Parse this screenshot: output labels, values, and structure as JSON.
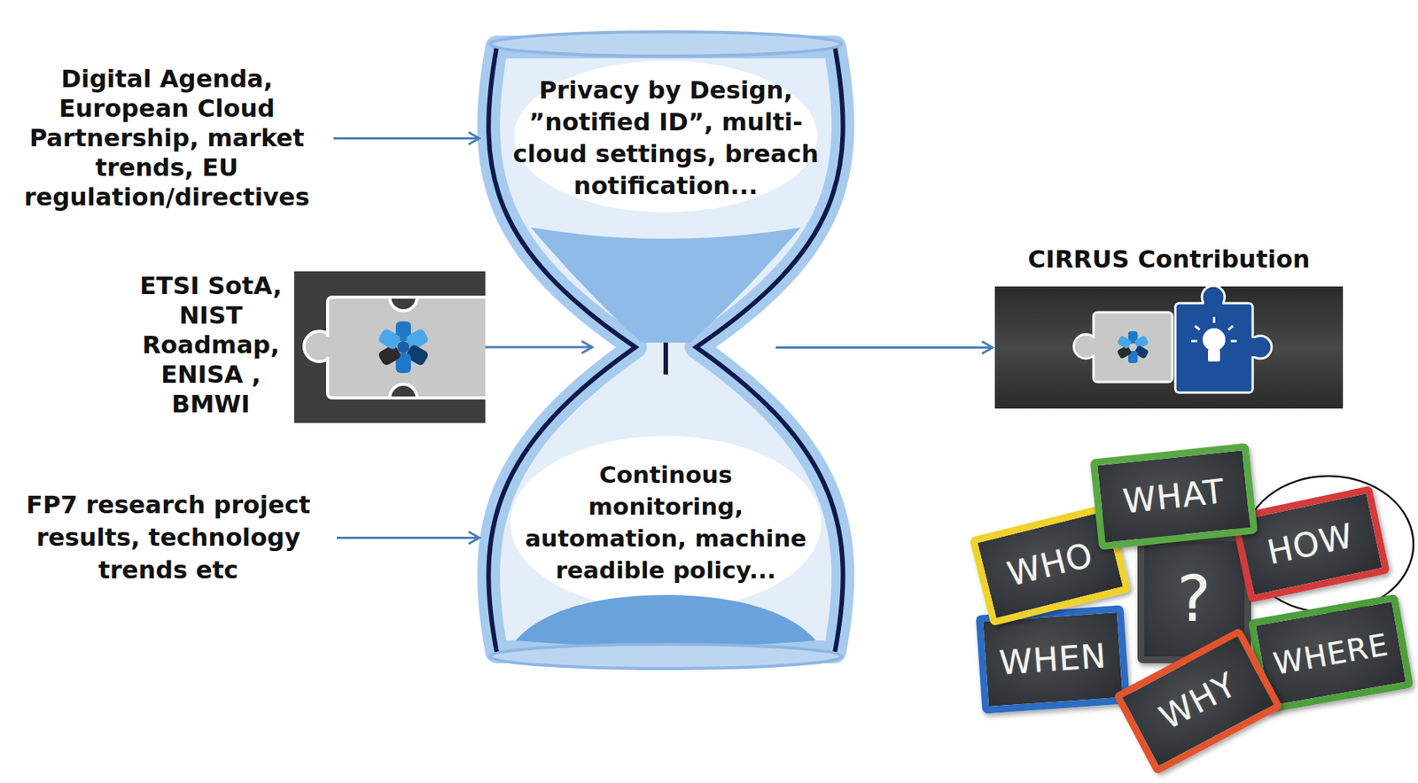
{
  "diagram": {
    "nodes": [
      {
        "text": [
          "Digital Agenda, European Cloud Partnership, market trends, EU regulation/directives"
        ]
      },
      {
        "text": [
          "ETSI SotA, NIST Roadmap, ENISA , BMWI"
        ]
      },
      {
        "text": [
          "FP7 research project results, technology trends etc"
        ]
      },
      {
        "text": [
          "Privacy by Design, ”notified ID”, multi-cloud settings, breach notification...",
          "Continous monitoring, automation, machine readible policy..."
        ]
      },
      {
        "text": [
          "CIRRUS Contribution"
        ]
      },
      {
        "text": [
          "WHAT"
        ]
      },
      {
        "text": [
          "WHO"
        ]
      },
      {
        "text": [
          "HOW"
        ]
      },
      {
        "text": [
          "?"
        ]
      },
      {
        "text": [
          "WHEN"
        ]
      },
      {
        "text": [
          "WHERE"
        ]
      },
      {
        "text": [
          "WHY"
        ]
      }
    ],
    "edges": [
      {
        "from": 0,
        "to": 3,
        "arrow": "to"
      },
      {
        "from": 1,
        "to": 3,
        "arrow": "to"
      },
      {
        "from": 2,
        "to": 3,
        "arrow": "to"
      },
      {
        "from": 3,
        "to": 4,
        "arrow": "to"
      }
    ]
  }
}
